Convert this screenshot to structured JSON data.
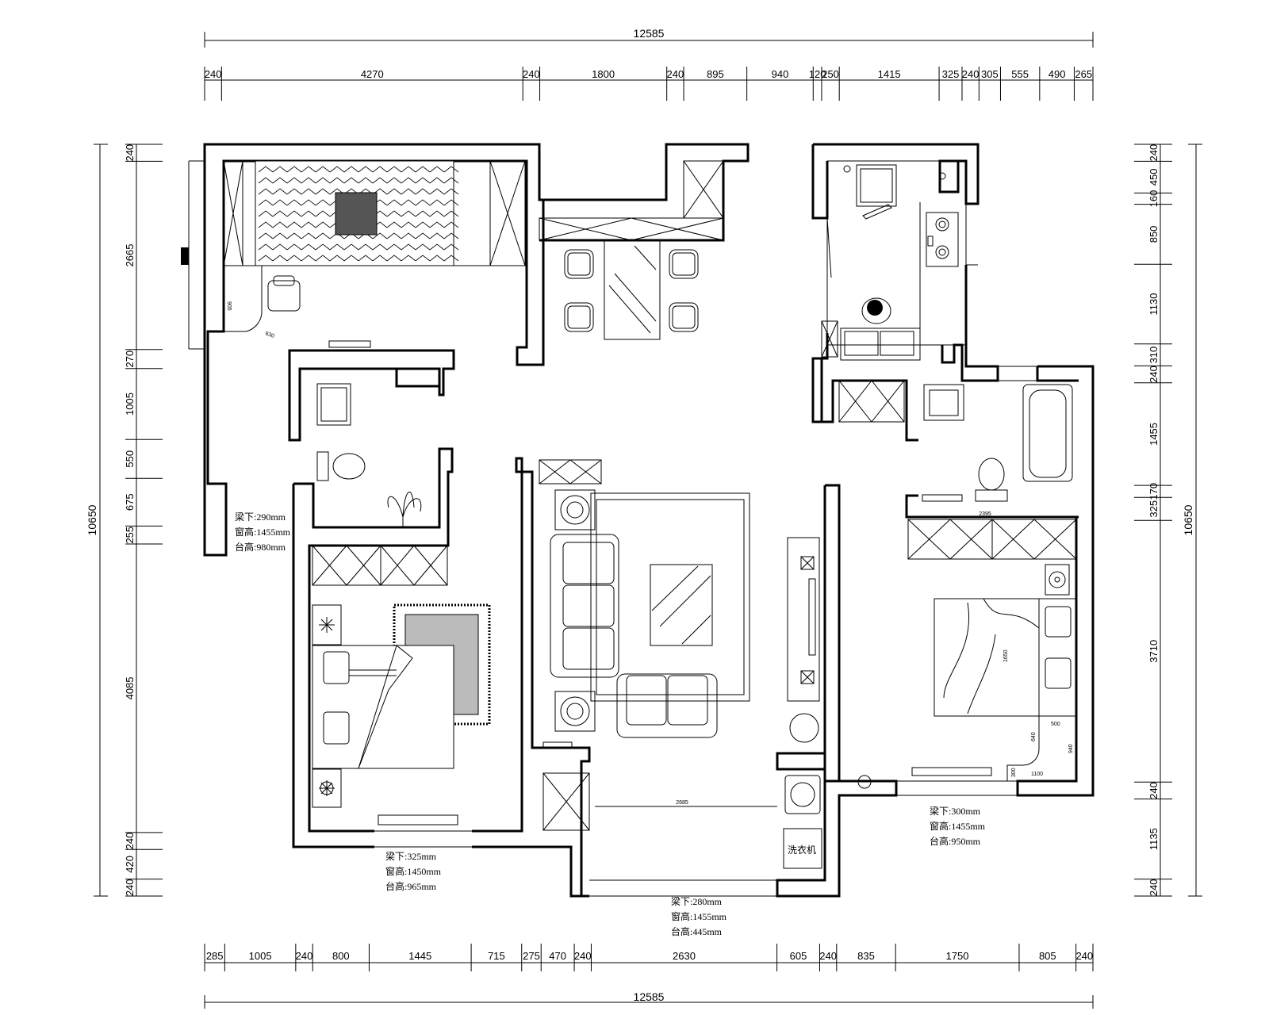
{
  "overall": {
    "width_label": "12585",
    "height_label": "10650"
  },
  "dims": {
    "top": [
      "240",
      "4270",
      "240",
      "1800",
      "240",
      "895",
      "940",
      "120",
      "250",
      "1415",
      "325",
      "240",
      "305",
      "555",
      "490",
      "265"
    ],
    "bottom": [
      "285",
      "1005",
      "240",
      "800",
      "1445",
      "715",
      "275",
      "470",
      "240",
      "2630",
      "605",
      "240",
      "835",
      "1750",
      "805",
      "240"
    ],
    "left": [
      "240",
      "2665",
      "270",
      "1005",
      "550",
      "675",
      "255",
      "4085",
      "240",
      "420",
      "240"
    ],
    "right": [
      "240",
      "450",
      "160",
      "850",
      "1130",
      "310",
      "240",
      "1455",
      "170",
      "325",
      "3710",
      "240",
      "1135",
      "240"
    ]
  },
  "inner_dims": {
    "study_905": "905",
    "study_630": "630",
    "bath_2395": "2395",
    "bed_1650": "1650",
    "ward_500": "500",
    "ward_640": "640",
    "ward_940": "940",
    "ward_300": "300",
    "ward_1100": "1100",
    "balcony_2685": "2685"
  },
  "notes": {
    "study": [
      "梁下:290mm",
      "窗高:1455mm",
      "台高:980mm"
    ],
    "bedroom": [
      "梁下:325mm",
      "窗高:1450mm",
      "台高:965mm"
    ],
    "living": [
      "梁下:280mm",
      "窗高:1455mm",
      "台高:445mm"
    ],
    "master": [
      "梁下:300mm",
      "窗高:1455mm",
      "台高:950mm"
    ]
  },
  "labels": {
    "washer": "洗衣机"
  }
}
